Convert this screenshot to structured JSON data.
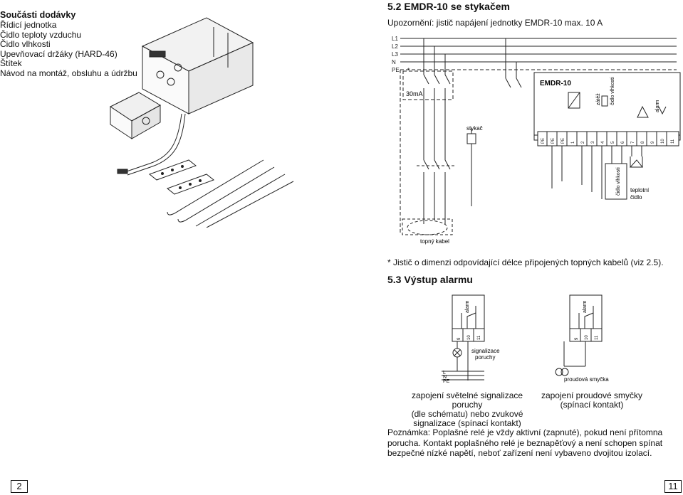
{
  "contents": {
    "title": "Součásti dodávky",
    "items": [
      "Řídicí jednotka",
      "Čidlo teploty vzduchu",
      "Čidlo vlhkosti",
      "Upevňovací držáky (HARD-46)",
      "Štítek",
      "Návod na montáž, obsluhu a údržbu"
    ]
  },
  "section52": {
    "title": "5.2 EMDR-10 se stykačem",
    "warning": "Upozornění: jistič napájení jednotky EMDR-10 max. 10 A",
    "lines": [
      "L1",
      "L2",
      "L3",
      "N",
      "PE"
    ],
    "rcd": "30mA",
    "asterisk": "*",
    "contactor": "stykač",
    "unit": "EMDR-10",
    "load": "zátěž",
    "humidity_label": "čidlo vlhkosti",
    "alarm": "alarm",
    "terminals": [
      "PE",
      "PE",
      "PE",
      "1",
      "2",
      "3",
      "4",
      "5",
      "6",
      "7",
      "8",
      "9",
      "10",
      "11"
    ],
    "humidity_sensor": "čidlo vlhkosti",
    "temp_sensor_line1": "teplotní",
    "temp_sensor_line2": "čidlo",
    "heating_cable": "topný kabel",
    "footnote": "* Jistič o dimenzi odpovídající délce připojených topných kabelů (viz 2.5)."
  },
  "section53": {
    "title": "5.3 Výstup alarmu",
    "alarm_left": "alarm",
    "alarm_right": "alarm",
    "terminals": [
      "9",
      "10",
      "11"
    ],
    "signal_line1": "signalizace",
    "signal_line2": "poruchy",
    "supply": [
      "L",
      "N",
      "PE"
    ],
    "loop": "proudová smyčka",
    "caption_left": [
      "zapojení světelné signalizace poruchy",
      "(dle schématu) nebo zvukové",
      "signalizace (spínací kontakt)"
    ],
    "caption_right": [
      "zapojení proudové smyčky",
      "(spínací kontakt)"
    ]
  },
  "note": "Poznámka: Poplašné relé je vždy aktivní (zapnuté), pokud není přítomna porucha. Kontakt poplašného relé je beznapěťový a není schopen spínat bezpečné nízké napětí, neboť zařízení není vybaveno dvojitou izolací.",
  "page_left": "2",
  "page_right": "11"
}
